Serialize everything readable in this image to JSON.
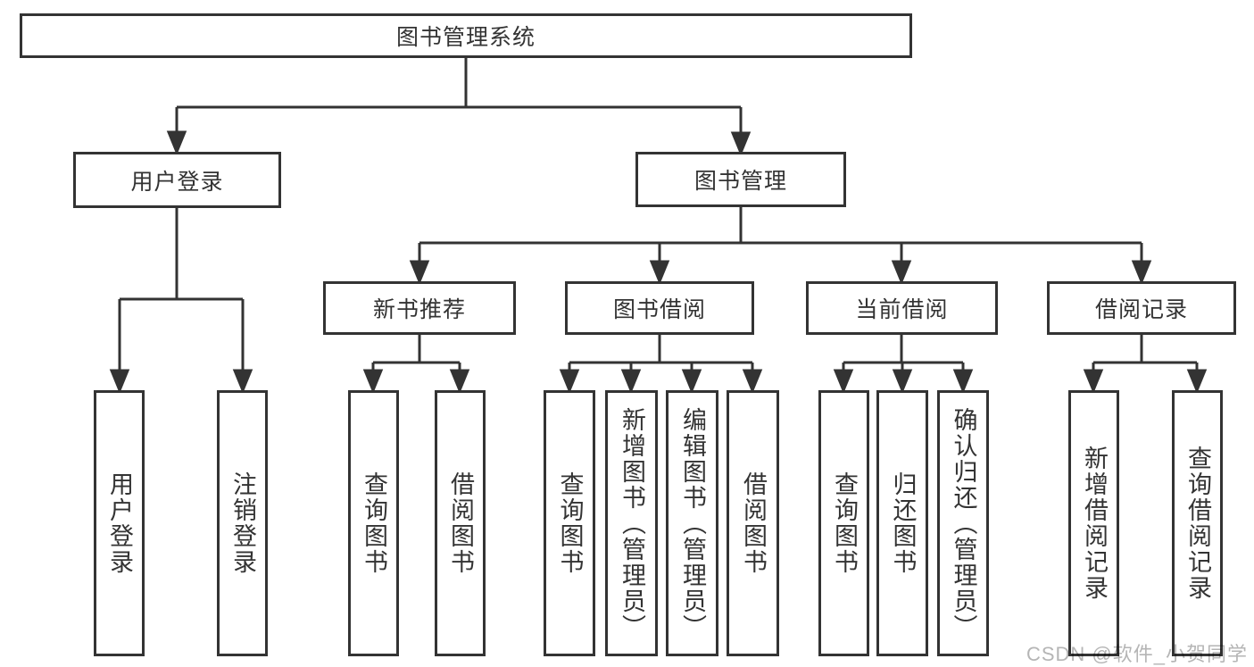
{
  "diagram": {
    "type": "tree",
    "root": {
      "label": "图书管理系统"
    },
    "children": [
      {
        "label": "用户登录",
        "children": [
          {
            "label": "用户登录"
          },
          {
            "label": "注销登录"
          }
        ]
      },
      {
        "label": "图书管理",
        "children": [
          {
            "label": "新书推荐",
            "children": [
              {
                "label": "查询图书"
              },
              {
                "label": "借阅图书"
              }
            ]
          },
          {
            "label": "图书借阅",
            "children": [
              {
                "label": "查询图书"
              },
              {
                "label": "新增图书（管理员）"
              },
              {
                "label": "编辑图书（管理员）"
              },
              {
                "label": "借阅图书"
              }
            ]
          },
          {
            "label": "当前借阅",
            "children": [
              {
                "label": "查询图书"
              },
              {
                "label": "归还图书"
              },
              {
                "label": "确认归还（管理员）"
              }
            ]
          },
          {
            "label": "借阅记录",
            "children": [
              {
                "label": "新增借阅记录"
              },
              {
                "label": "查询借阅记录"
              }
            ]
          }
        ]
      }
    ]
  },
  "watermark": {
    "text": "CSDN @软件_小贺同学"
  },
  "colors": {
    "line": "#333333",
    "text": "#333333",
    "box_background": "#ffffff",
    "background": "#ffffff",
    "watermark": "#b5b5b5"
  }
}
